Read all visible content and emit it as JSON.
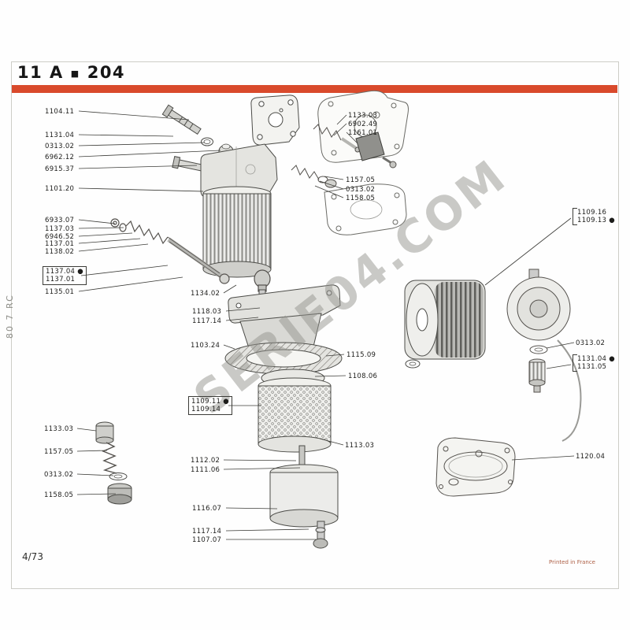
{
  "header": {
    "number": "11 A",
    "bullet": "■",
    "page": "204"
  },
  "footer": {
    "page": "4/73",
    "printed": "Printed in France"
  },
  "watermark": "SERIE04.COM",
  "side_text": "80 7 RC",
  "colors": {
    "accent_red": "#d94a2c",
    "line": "#3c3c38"
  },
  "callouts": [
    "1104.11",
    "1131.04",
    "0313.02",
    "6962.12",
    "6915.37",
    "1101.20",
    "6933.07",
    "1137.03",
    "6946.52",
    "1137.01",
    "1138.02",
    "1137.04 ●",
    "1137.01",
    "1135.01",
    "1134.02",
    "1118.03",
    "1117.14",
    "1103.24",
    "1115.09",
    "1108.06",
    "1109.11 ●",
    "1109.14",
    "1113.03",
    "1112.02",
    "1111.06",
    "1116.07",
    "1117.14",
    "1107.07",
    "1133.03",
    "6902.49",
    "1161.01",
    "1157.05",
    "0313.02",
    "1158.05",
    "1109.16",
    "1109.13 ●",
    "0313.02",
    "1131.04 ●",
    "1131.05",
    "1120.04",
    "1133.03",
    "1157.05",
    "0313.02",
    "1158.05"
  ]
}
